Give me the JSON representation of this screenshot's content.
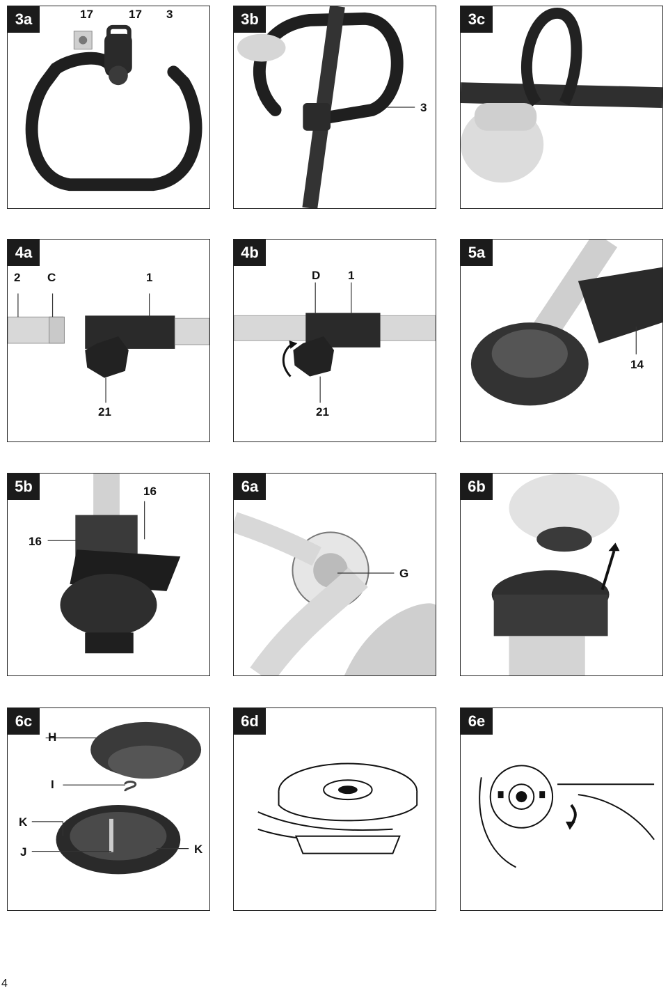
{
  "page_number": "4",
  "panels": {
    "p3a": {
      "id": "3a",
      "labels": [
        "17",
        "17",
        "3"
      ]
    },
    "p3b": {
      "id": "3b",
      "labels": [
        "3"
      ]
    },
    "p3c": {
      "id": "3c",
      "labels": []
    },
    "p4a": {
      "id": "4a",
      "labels": [
        "2",
        "C",
        "1",
        "21"
      ]
    },
    "p4b": {
      "id": "4b",
      "labels": [
        "D",
        "1",
        "21"
      ]
    },
    "p5a": {
      "id": "5a",
      "labels": [
        "14"
      ]
    },
    "p5b": {
      "id": "5b",
      "labels": [
        "16",
        "16"
      ]
    },
    "p6a": {
      "id": "6a",
      "labels": [
        "G"
      ]
    },
    "p6b": {
      "id": "6b",
      "labels": []
    },
    "p6c": {
      "id": "6c",
      "labels": [
        "H",
        "I",
        "K",
        "J",
        "K"
      ]
    },
    "p6d": {
      "id": "6d",
      "labels": []
    },
    "p6e": {
      "id": "6e",
      "labels": []
    }
  }
}
